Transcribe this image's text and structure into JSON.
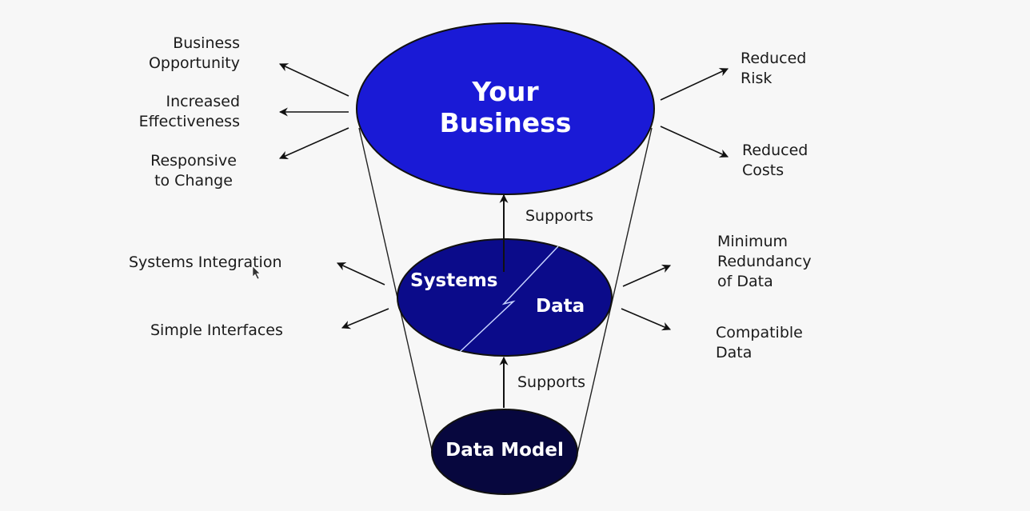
{
  "nodes": {
    "business": {
      "lines": [
        "Your",
        "Business"
      ],
      "color": "#1a1ad6"
    },
    "systems_data": {
      "left": "Systems",
      "right": "Data",
      "color": "#0b0b8a"
    },
    "data_model": {
      "label": "Data Model",
      "color": "#07073e"
    }
  },
  "edges": {
    "upper_support": "Supports",
    "lower_support": "Supports"
  },
  "benefits_business_left": [
    {
      "lines": [
        "Business",
        "Opportunity"
      ]
    },
    {
      "lines": [
        "Increased",
        "Effectiveness"
      ]
    },
    {
      "lines": [
        "Responsive",
        "to Change"
      ]
    }
  ],
  "benefits_business_right": [
    {
      "lines": [
        "Reduced",
        "Risk"
      ]
    },
    {
      "lines": [
        "Reduced",
        "Costs"
      ]
    }
  ],
  "benefits_systems_left": [
    {
      "lines": [
        "Systems Integration"
      ]
    },
    {
      "lines": [
        "Simple Interfaces"
      ]
    }
  ],
  "benefits_data_right": [
    {
      "lines": [
        "Minimum",
        "Redundancy",
        "of Data"
      ]
    },
    {
      "lines": [
        "Compatible",
        "Data"
      ]
    }
  ]
}
